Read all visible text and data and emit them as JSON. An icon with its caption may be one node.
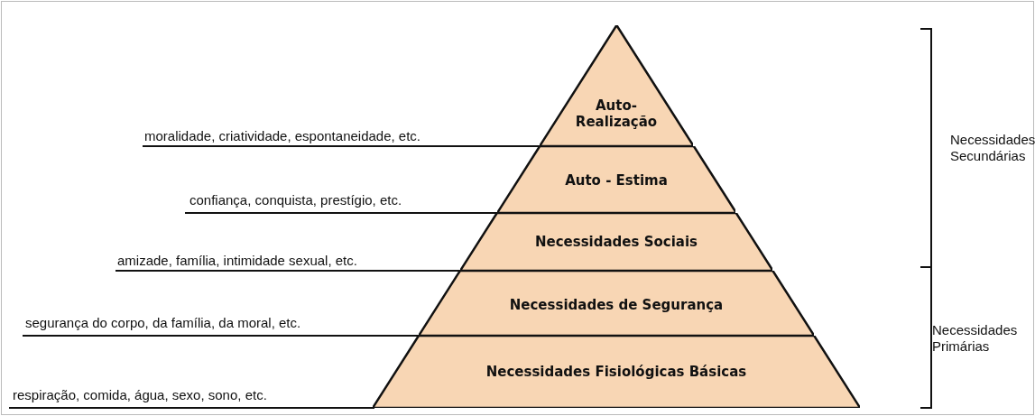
{
  "diagram": {
    "nodes": [
      {
        "text": [
          "Auto-Realização"
        ]
      },
      {
        "text": [
          "Auto - Estima"
        ]
      },
      {
        "text": [
          "Necessidades Sociais"
        ]
      },
      {
        "text": [
          "Necessidades de Segurança"
        ]
      },
      {
        "text": [
          "Necessidades Fisiológicas Básicas"
        ]
      }
    ],
    "labels": [
      "moralidade, criatividade, espontaneidade, etc.",
      "Necessidades Secundárias",
      "confiança, conquista, prestígio, etc.",
      "amizade, família, intimidade sexual, etc.",
      "segurança do corpo, da família, da moral, etc.",
      "Necessidades Primárias",
      "respiração, comida, água, sexo, sono, etc."
    ]
  }
}
